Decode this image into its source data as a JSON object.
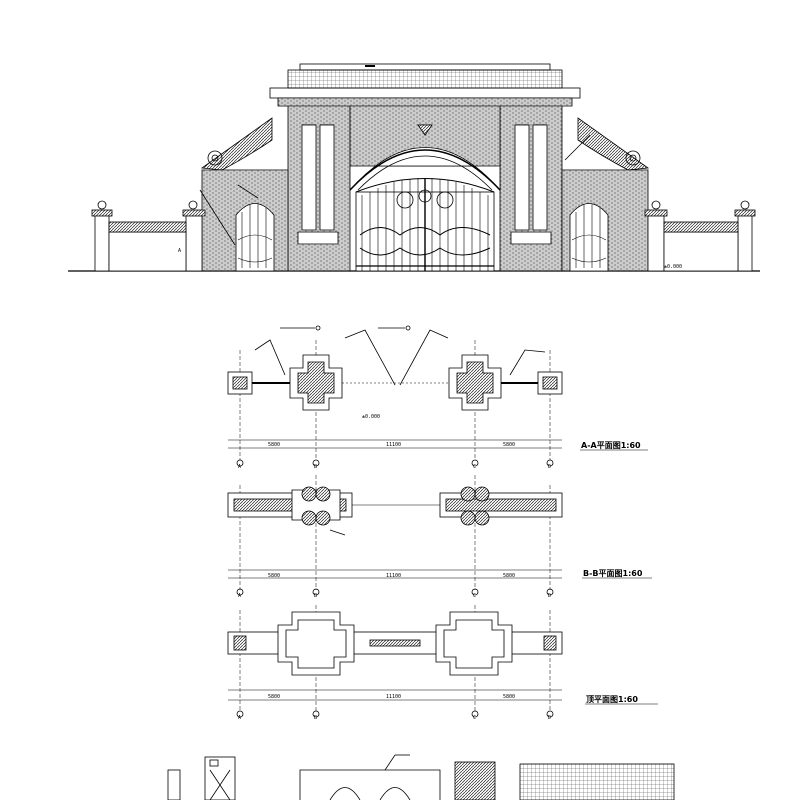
{
  "plans": [
    {
      "title": "A-A平面图1:60",
      "dims": {
        "left": "5800",
        "mid": "11100",
        "right": "5800"
      }
    },
    {
      "title": "B-B平面图1:60",
      "dims": {
        "left": "5800",
        "mid": "11100",
        "right": "5800"
      }
    },
    {
      "title": "顶平面图1:60",
      "dims": {
        "left": "5800",
        "mid": "11100",
        "right": "5800"
      }
    }
  ],
  "axes": [
    "A",
    "B",
    "C",
    "D"
  ],
  "elevation": {
    "level_mark": "±0.000",
    "tag": "A"
  },
  "plan_level": "±0.000",
  "colors": {
    "line": "#000000",
    "hatch": "#555555",
    "paper": "#ffffff"
  }
}
